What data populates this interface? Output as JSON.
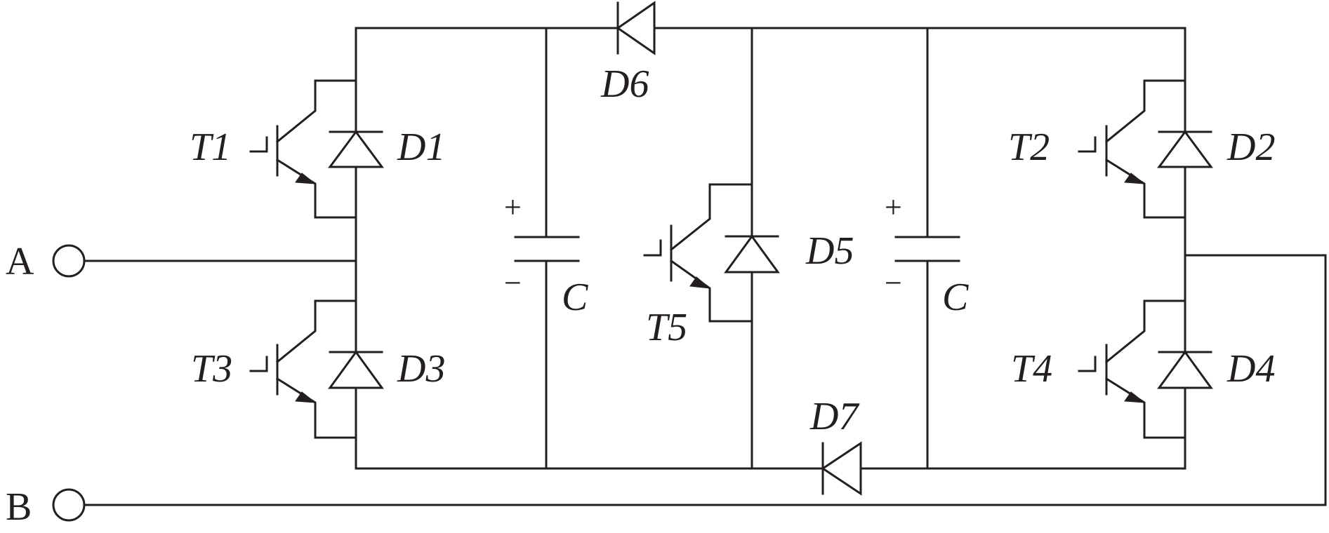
{
  "terminals": {
    "a": "A",
    "b": "B"
  },
  "transistors": {
    "t1": "T1",
    "t2": "T2",
    "t3": "T3",
    "t4": "T4",
    "t5": "T5"
  },
  "diodes": {
    "d1": "D1",
    "d2": "D2",
    "d3": "D3",
    "d4": "D4",
    "d5": "D5",
    "d6": "D6",
    "d7": "D7"
  },
  "capacitors": {
    "c_left": {
      "label": "C",
      "plus": "+",
      "minus": "−"
    },
    "c_right": {
      "label": "C",
      "plus": "+",
      "minus": "−"
    }
  },
  "colors": {
    "ink": "#231f20",
    "background": "#ffffff"
  }
}
